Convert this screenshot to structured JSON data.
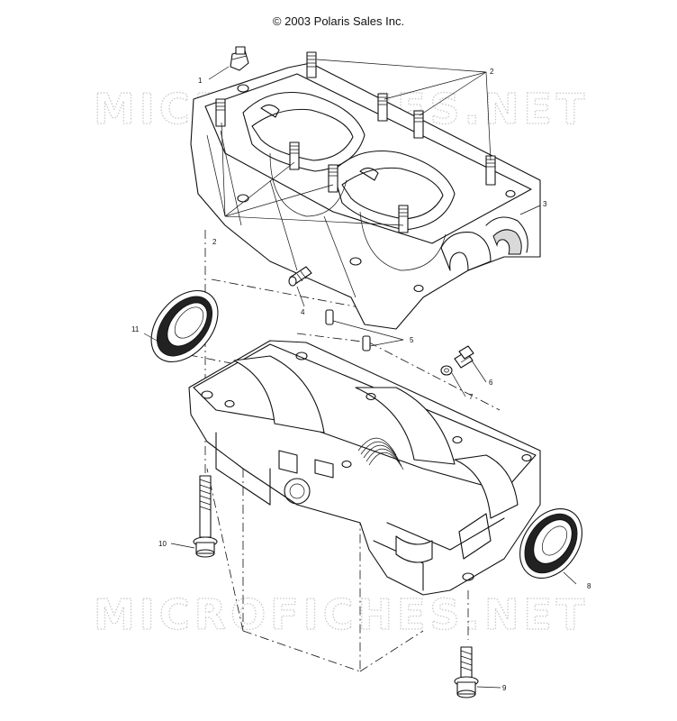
{
  "copyright": "© 2003 Polaris Sales Inc.",
  "watermark": "MICROFICHES.NET",
  "callouts": {
    "c1": "1",
    "c2a": "2",
    "c2b": "2",
    "c3": "3",
    "c4": "4",
    "c5": "5",
    "c6": "6",
    "c7": "7",
    "c8": "8",
    "c9": "9",
    "c10": "10",
    "c11": "11"
  },
  "colors": {
    "line": "#111111",
    "watermark": "#c9c9c9",
    "shade": "#d9d9d9"
  }
}
